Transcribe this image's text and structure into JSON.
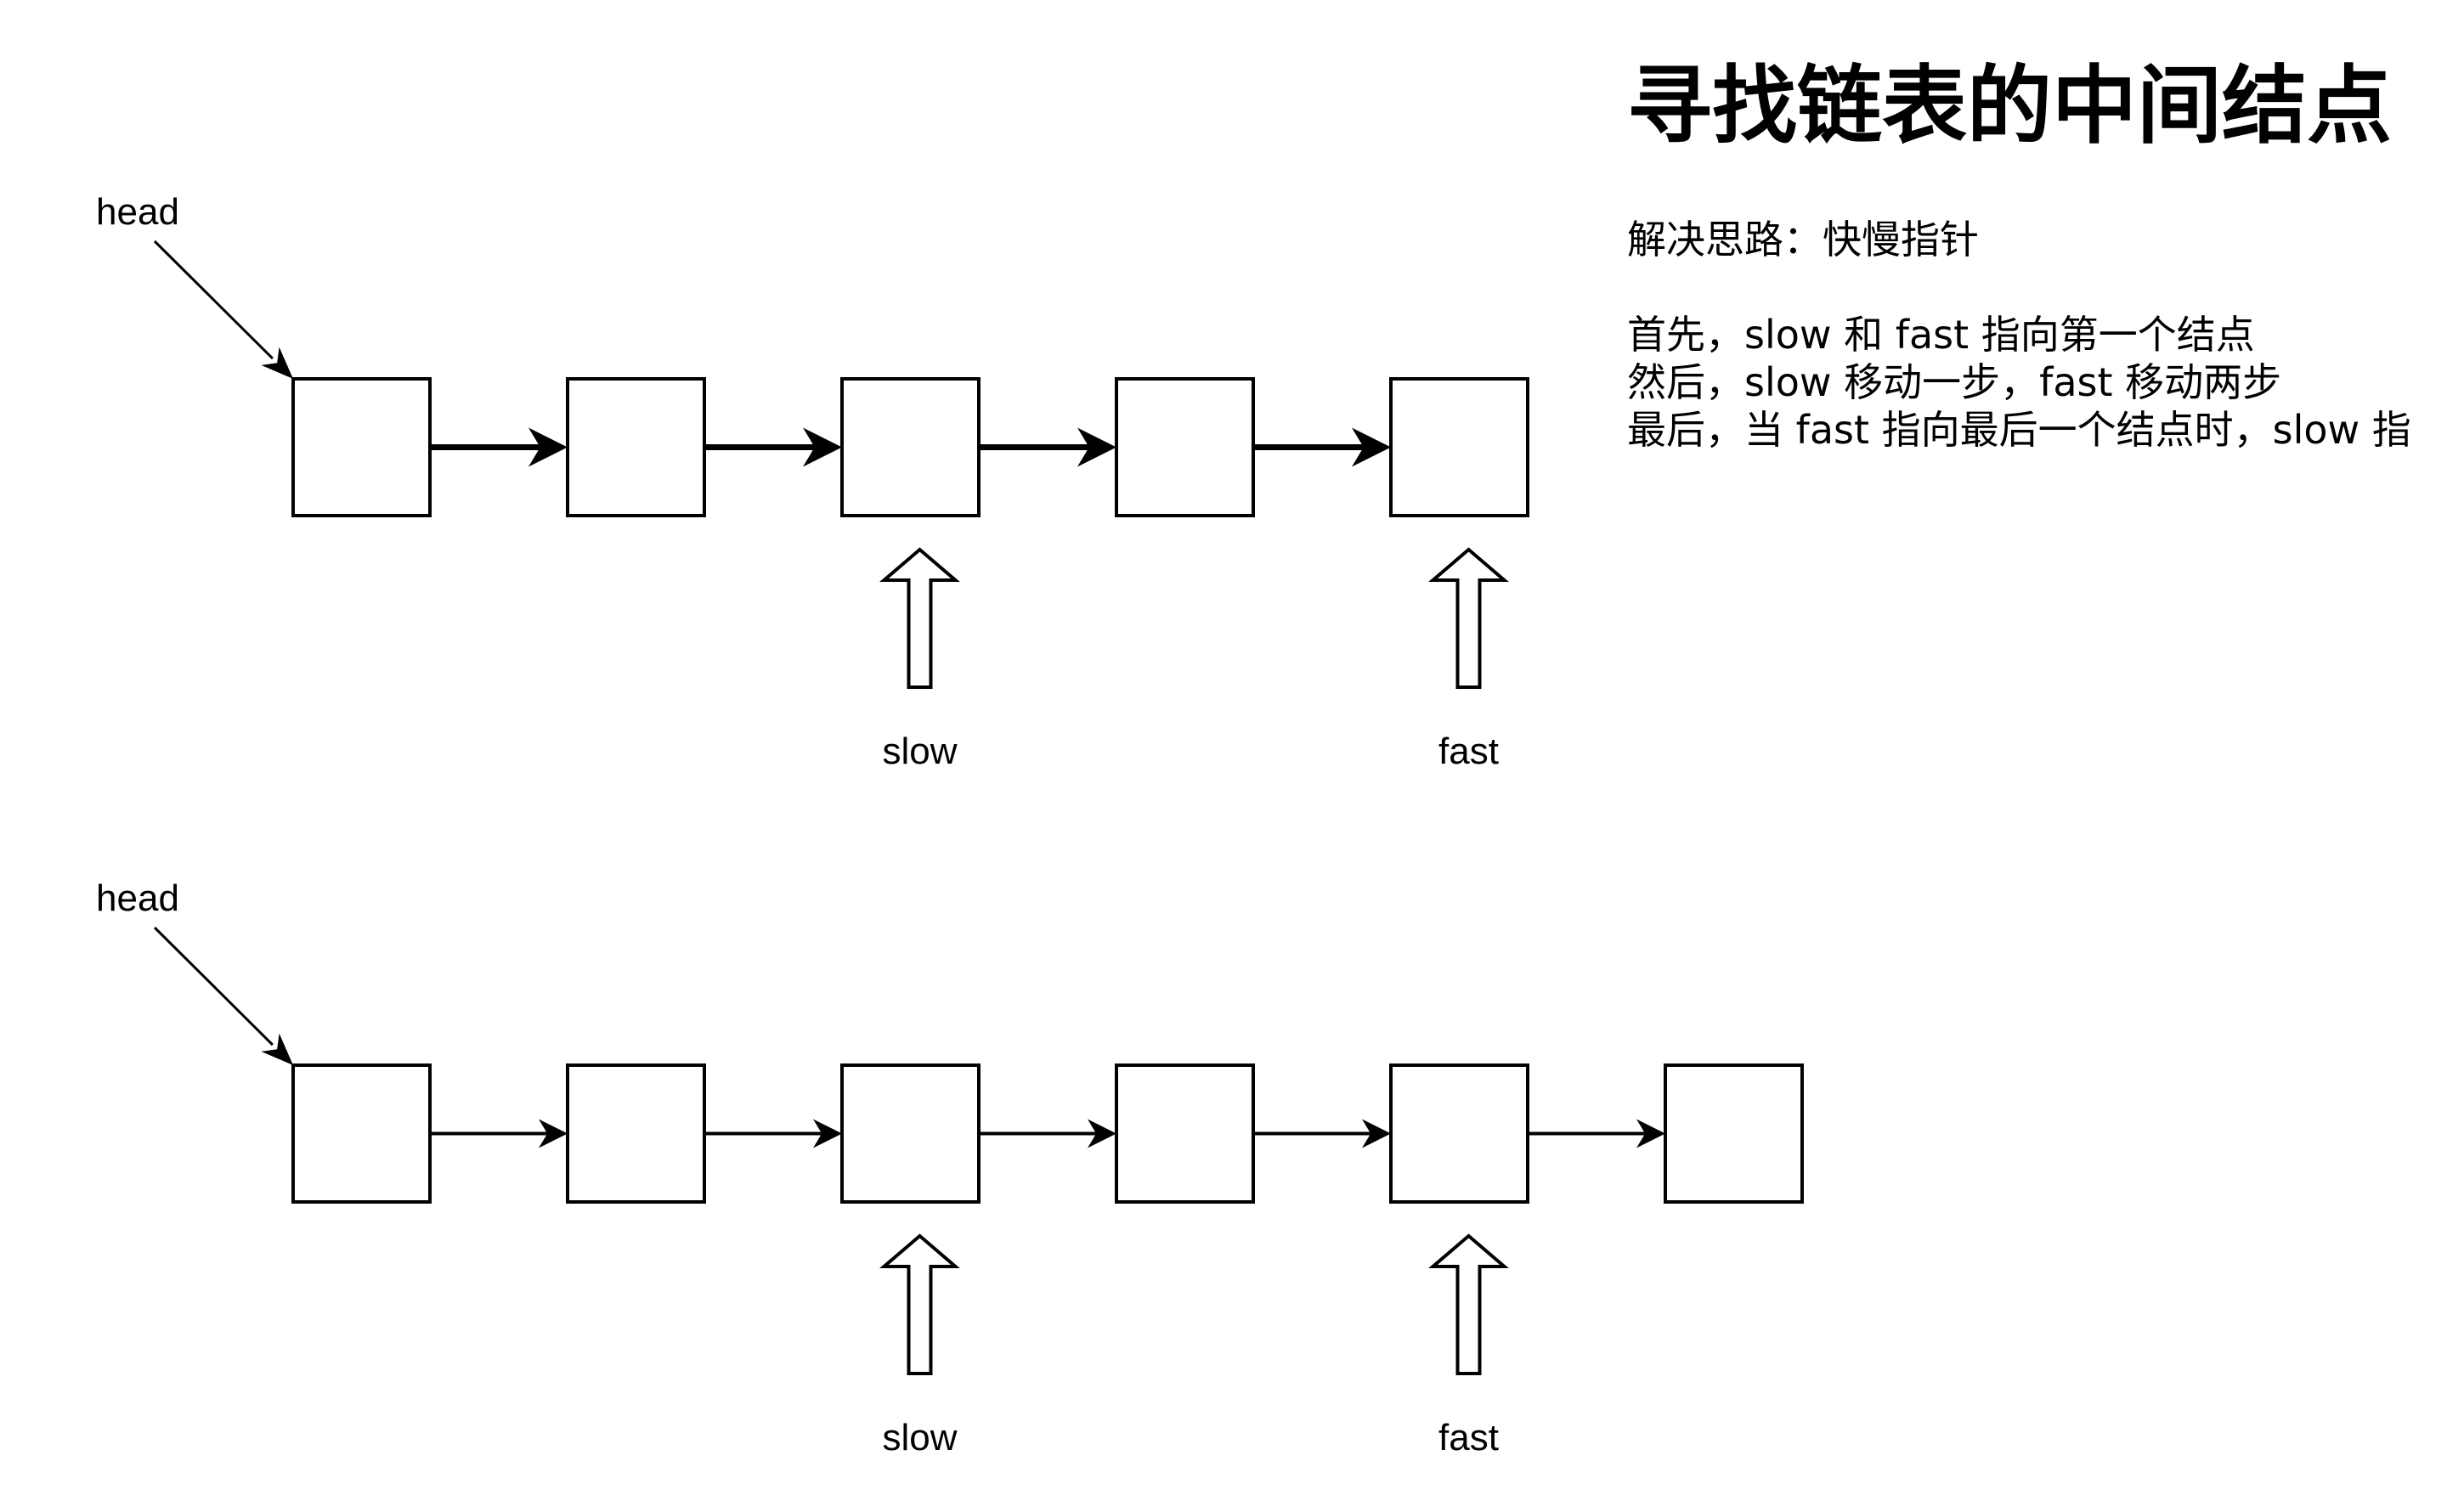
{
  "title": "寻找链表的中间结点",
  "subtitle": "解决思路：快慢指针",
  "description": [
    "首先，slow 和 fast 指向第一个结点",
    "然后，slow 移动一步，fast 移动两步",
    "最后，当 fast 指向最后一个结点时，slow 指"
  ],
  "diagrams": [
    {
      "head_label": "head",
      "node_count": 5,
      "slow_label": "slow",
      "fast_label": "fast",
      "slow_node": 3,
      "fast_node": 5,
      "link_style": "bold"
    },
    {
      "head_label": "head",
      "node_count": 6,
      "slow_label": "slow",
      "fast_label": "fast",
      "slow_node": 3,
      "fast_node": 5,
      "link_style": "thin"
    }
  ]
}
